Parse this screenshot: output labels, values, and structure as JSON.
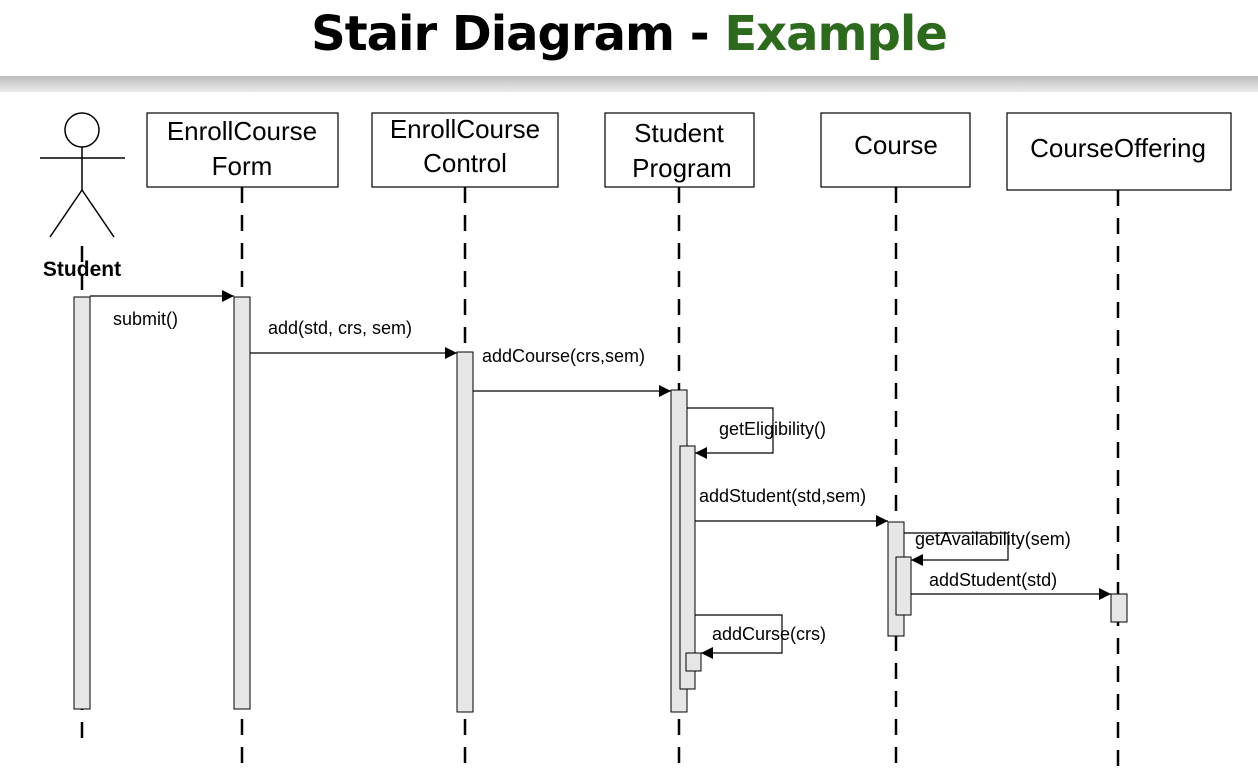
{
  "title": {
    "main": "Stair Diagram - ",
    "accent": "Example",
    "accent_color": "#2e6a1d"
  },
  "actor": {
    "name": "Student"
  },
  "lifelines": [
    {
      "id": "form",
      "lines": [
        "EnrollCourse",
        "Form"
      ]
    },
    {
      "id": "control",
      "lines": [
        "EnrollCourse",
        "Control"
      ]
    },
    {
      "id": "program",
      "lines": [
        "Student",
        "Program"
      ]
    },
    {
      "id": "course",
      "lines": [
        "Course"
      ]
    },
    {
      "id": "offering",
      "lines": [
        "CourseOffering"
      ]
    }
  ],
  "messages": [
    {
      "label": "submit()",
      "from": "student",
      "to": "form"
    },
    {
      "label": "add(std, crs, sem)",
      "from": "form",
      "to": "control"
    },
    {
      "label": "addCourse(crs,sem)",
      "from": "control",
      "to": "program"
    },
    {
      "label": "getEligibility()",
      "from": "program",
      "to": "program"
    },
    {
      "label": "addStudent(std,sem)",
      "from": "program",
      "to": "course"
    },
    {
      "label": "getAvailability(sem)",
      "from": "course",
      "to": "course"
    },
    {
      "label": "addStudent(std)",
      "from": "course",
      "to": "offering"
    },
    {
      "label": "addCurse(crs)",
      "from": "program",
      "to": "program"
    }
  ],
  "colors": {
    "activation_fill": "#e6e6e6",
    "line": "#000000"
  }
}
